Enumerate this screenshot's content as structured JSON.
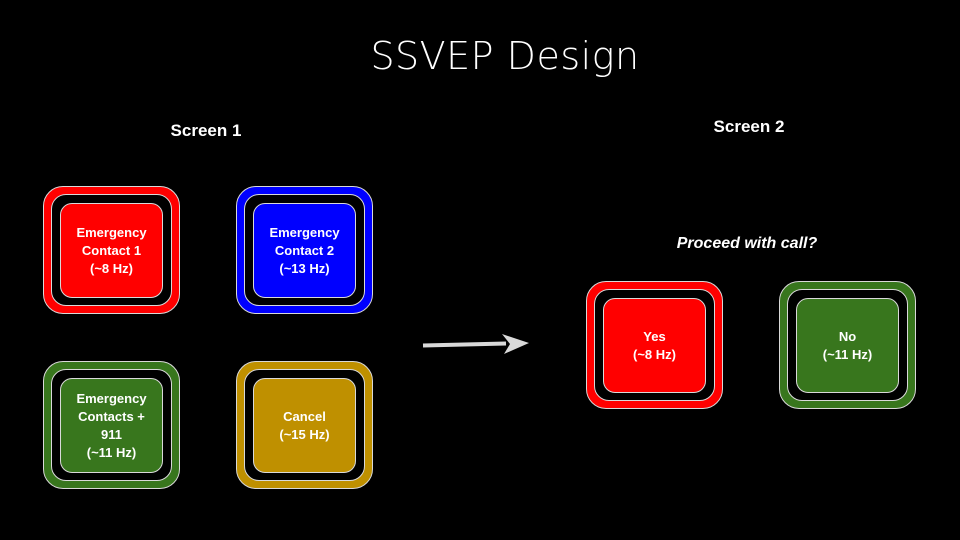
{
  "title": "SSVEP Design",
  "colors": {
    "background": "#000000",
    "red": "#FF0000",
    "blue": "#0000FF",
    "green": "#38761D",
    "gold": "#BF9000",
    "text": "#FFFFFF",
    "arrow": "#D9D9D9"
  },
  "screen1": {
    "label": "Screen 1",
    "stimuli": [
      {
        "label": "Emergency\nContact 1\n(~8 Hz)",
        "color": "#FF0000",
        "frequency_hz": 8
      },
      {
        "label": "Emergency\nContact 2\n(~13 Hz)",
        "color": "#0000FF",
        "frequency_hz": 13
      },
      {
        "label": "Emergency\nContacts +\n911\n(~11 Hz)",
        "color": "#38761D",
        "frequency_hz": 11
      },
      {
        "label": "Cancel\n(~15 Hz)",
        "color": "#BF9000",
        "frequency_hz": 15
      }
    ]
  },
  "screen2": {
    "label": "Screen 2",
    "question": "Proceed with call?",
    "stimuli": [
      {
        "label": "Yes\n(~8 Hz)",
        "color": "#FF0000",
        "frequency_hz": 8
      },
      {
        "label": "No\n(~11 Hz)",
        "color": "#38761D",
        "frequency_hz": 11
      }
    ]
  },
  "arrow_icon": "right-arrow"
}
